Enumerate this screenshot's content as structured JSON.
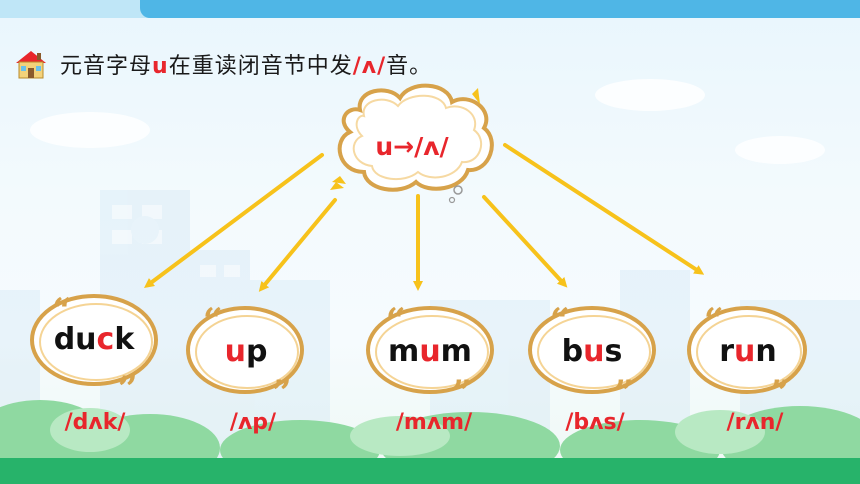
{
  "title": {
    "prefix": "元音字母",
    "letter": "u",
    "middle": "在重读闭音节中发",
    "sound": "/ʌ/",
    "suffix": "音。"
  },
  "center": {
    "label": "u→/ʌ/"
  },
  "words": [
    {
      "pre": "du",
      "hl": "c",
      "post": "k",
      "ipa": "/dʌk/"
    },
    {
      "pre": "",
      "hl": "u",
      "post": "p",
      "ipa": "/ʌp/"
    },
    {
      "pre": "m",
      "hl": "u",
      "post": "m",
      "ipa": "/mʌm/"
    },
    {
      "pre": "b",
      "hl": "u",
      "post": "s",
      "ipa": "/bʌs/"
    },
    {
      "pre": "r",
      "hl": "u",
      "post": "n",
      "ipa": "/rʌn/"
    }
  ],
  "colors": {
    "accent": "#e8262c",
    "arrow": "#f7c21b",
    "frame": "#d7a24a",
    "ground": "#27b36a",
    "topbar": "#4fb6e6"
  },
  "icons": [
    "house-icon",
    "cloud-bubble",
    "quote-mark"
  ]
}
